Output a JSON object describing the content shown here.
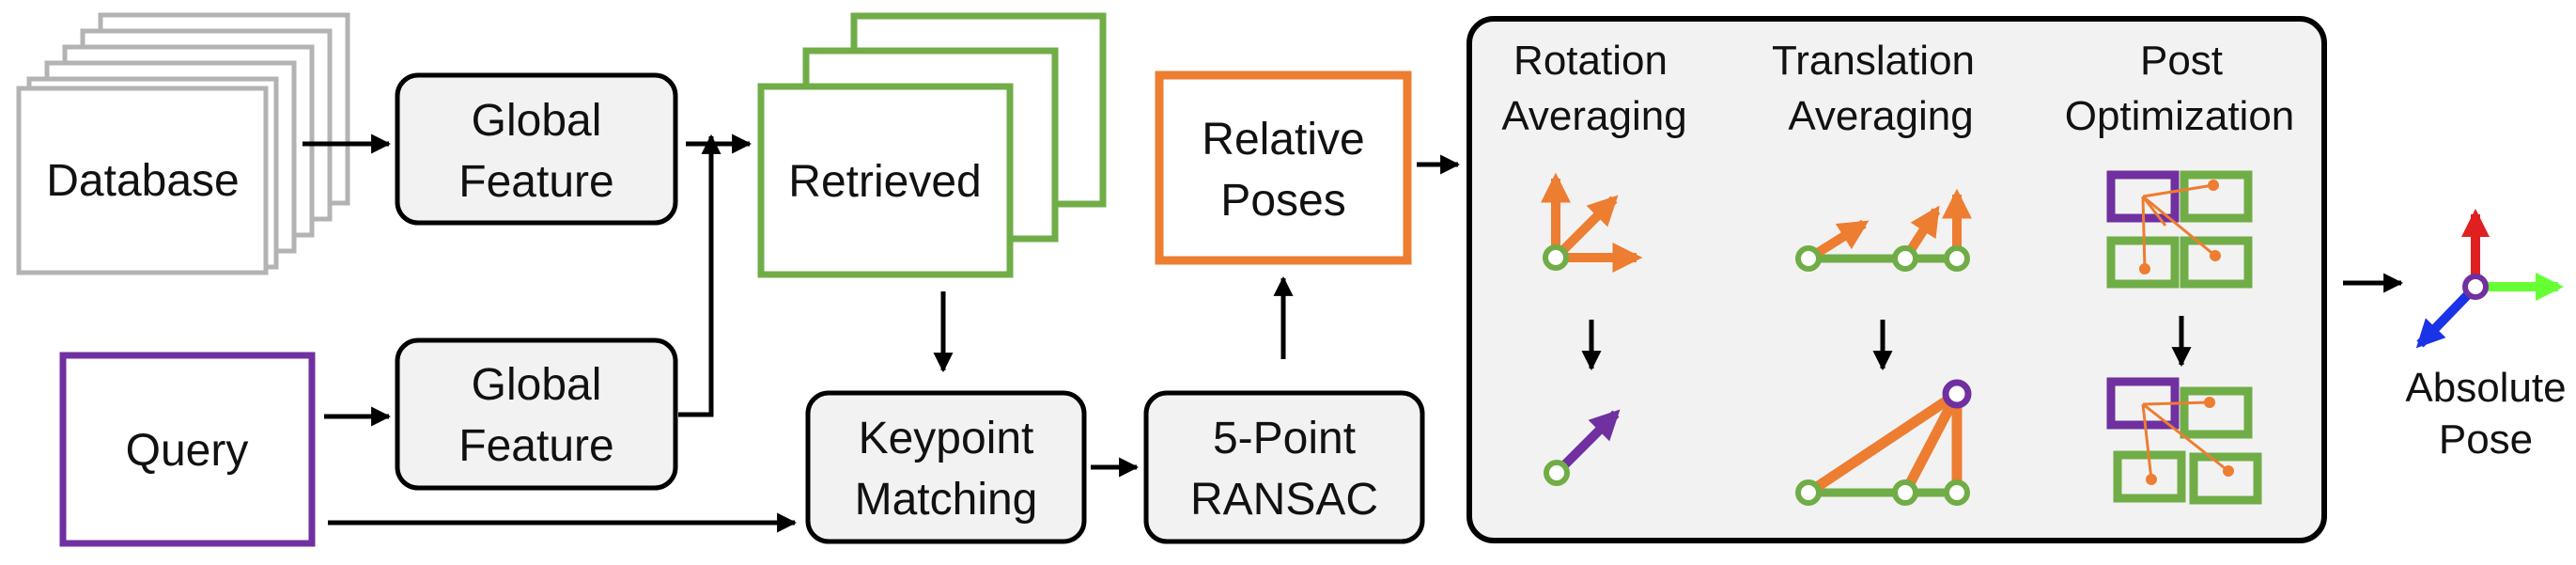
{
  "inputs": {
    "database": "Database",
    "query": "Query"
  },
  "global_feature_top": [
    "Global",
    "Feature"
  ],
  "global_feature_bottom": [
    "Global",
    "Feature"
  ],
  "retrieved": "Retrieved",
  "keypoint_matching": [
    "Keypoint",
    "Matching"
  ],
  "ransac": [
    "5-Point",
    "RANSAC"
  ],
  "relative_poses": [
    "Relative",
    "Poses"
  ],
  "panel": {
    "rotation_averaging": [
      "Rotation",
      "Averaging"
    ],
    "translation_averaging": [
      "Translation",
      "Averaging"
    ],
    "post_optimization": [
      "Post",
      "Optimization"
    ]
  },
  "output": [
    "Absolute",
    "Pose"
  ],
  "colors": {
    "database_stroke": "#b3b3b3",
    "query_stroke": "#7030a0",
    "retrieved_stroke": "#70ad47",
    "relative_poses_stroke": "#ed7d31",
    "box_fill": "#f2f2f2",
    "panel_fill": "#f2f2f2",
    "axis_x": "#66ff33",
    "axis_y": "#e02020",
    "axis_z": "#1a33e6"
  }
}
